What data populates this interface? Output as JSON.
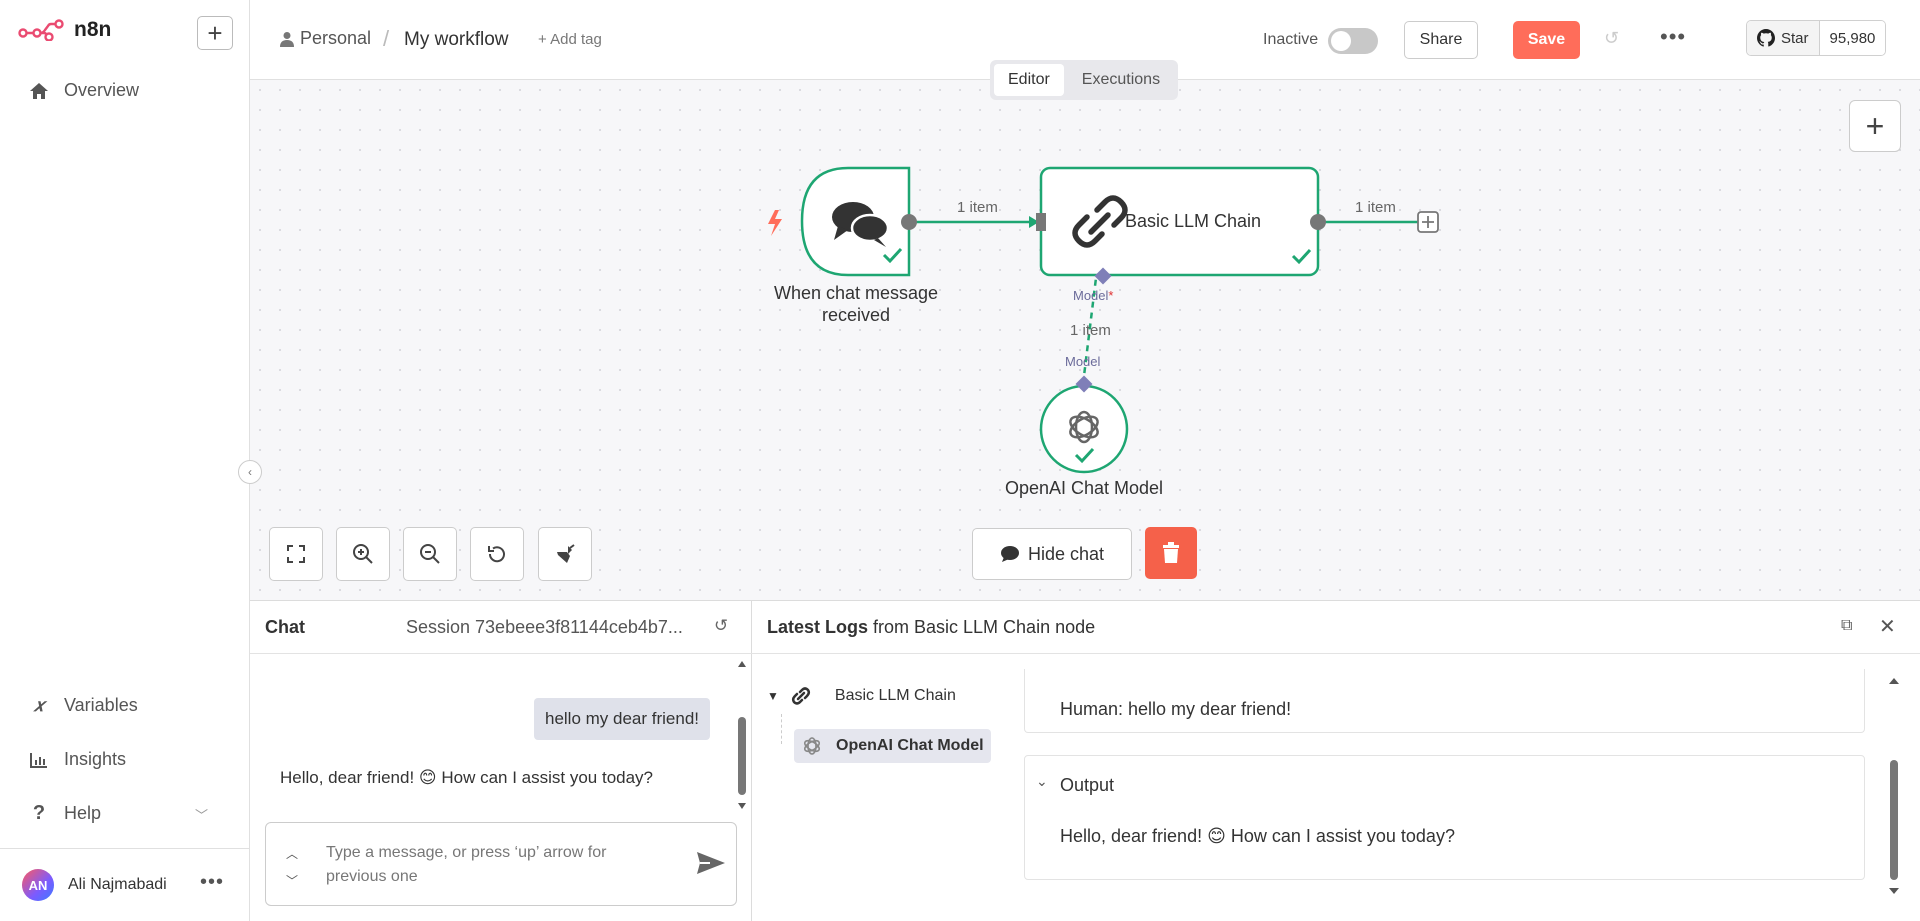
{
  "app": {
    "name": "n8n",
    "brand_color": "#ea4b71",
    "accent": "#ff6d5a",
    "success": "#1ea672"
  },
  "sidebar": {
    "top_items": [
      {
        "label": "Overview",
        "icon": "home-icon"
      }
    ],
    "bottom_items": [
      {
        "label": "Variables",
        "icon": "variables-icon"
      },
      {
        "label": "Insights",
        "icon": "insights-icon"
      },
      {
        "label": "Help",
        "icon": "help-icon"
      }
    ],
    "user": {
      "initials": "AN",
      "name": "Ali Najmabadi"
    }
  },
  "header": {
    "project": "Personal",
    "workflow_name": "My workflow",
    "add_tag": "+ Add tag",
    "status_label": "Inactive",
    "share": "Share",
    "save": "Save",
    "github": {
      "star": "Star",
      "count": "95,980"
    }
  },
  "tabs": [
    {
      "label": "Editor",
      "active": true
    },
    {
      "label": "Executions",
      "active": false
    }
  ],
  "canvas": {
    "nodes": {
      "trigger": "When chat message received",
      "chain": "Basic LLM Chain",
      "model": "OpenAI Chat Model"
    },
    "connections": {
      "trigger_to_chain": "1 item",
      "chain_out": "1 item",
      "model_link": "1 item"
    },
    "ports": {
      "chain_model": "Model",
      "required_mark": "*",
      "model_out": "Model"
    },
    "hide_chat": "Hide chat"
  },
  "chat": {
    "title": "Chat",
    "session": "Session  73ebeee3f81144ceb4b7...",
    "messages": [
      {
        "role": "user",
        "text": "hello my dear friend!"
      },
      {
        "role": "bot",
        "text": "Hello, dear friend! 😊 How can I assist you today?"
      }
    ],
    "input_placeholder": "Type a message, or press ‘up’ arrow for previous one"
  },
  "logs": {
    "title_bold": "Latest Logs",
    "title_rest": " from Basic LLM Chain node",
    "tree": {
      "parent": "Basic LLM Chain",
      "child": "OpenAI Chat Model"
    },
    "human_text": "Human: hello my dear friend!",
    "output_label": "Output",
    "output_text": "Hello, dear friend! 😊 How can I assist you today?"
  }
}
